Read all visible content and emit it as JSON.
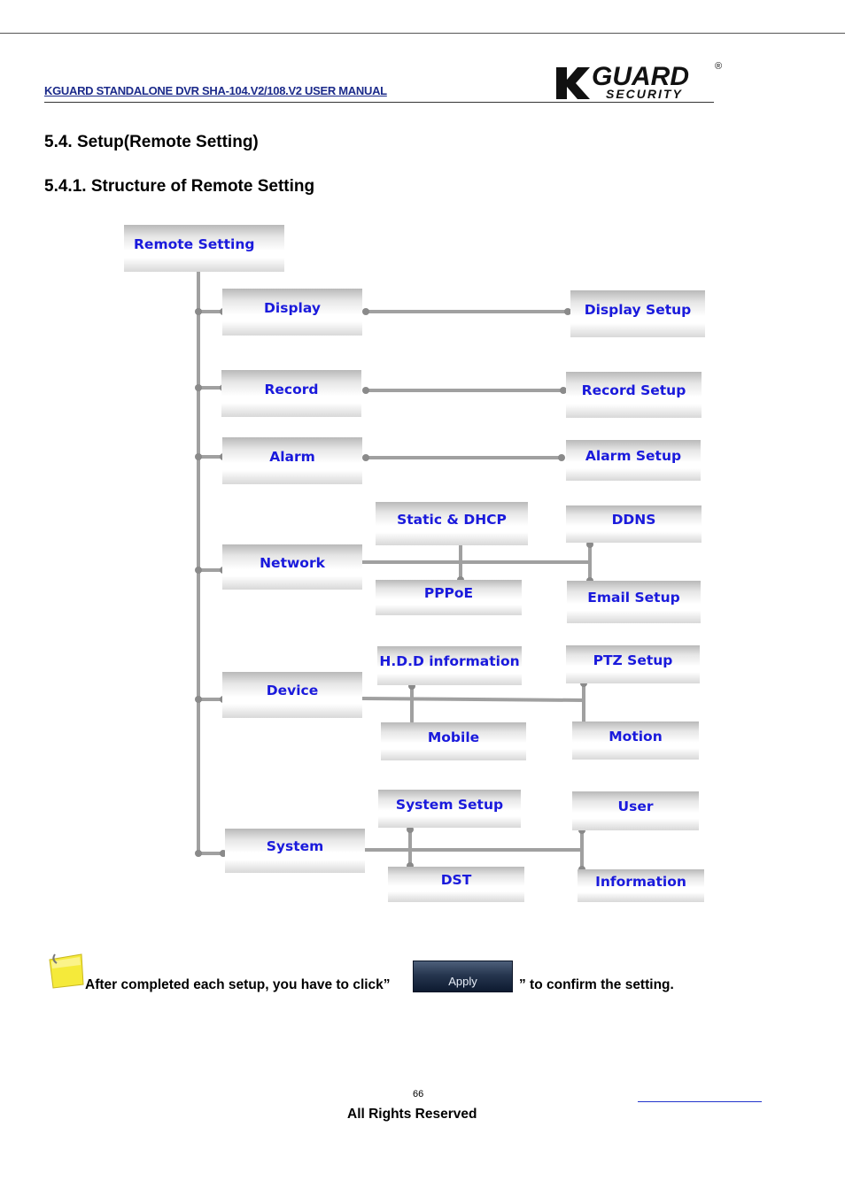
{
  "header": {
    "title": "KGUARD STANDALONE DVR SHA-104.V2/108.V2 USER MANUAL",
    "logo_top": "GUARD",
    "logo_bottom": "SECURITY",
    "logo_mark": "®"
  },
  "section": {
    "heading": "5.4. Setup(Remote Setting)",
    "subheading": "5.4.1. Structure of Remote Setting"
  },
  "diagram": {
    "root": "Remote Setting",
    "menus": {
      "display": "Display",
      "record": "Record",
      "alarm": "Alarm",
      "network": "Network",
      "device": "Device",
      "system": "System"
    },
    "items": {
      "display_setup": "Display Setup",
      "record_setup": "Record Setup",
      "alarm_setup": "Alarm Setup",
      "static_dhcp": "Static & DHCP",
      "pppoe": "PPPoE",
      "ddns": "DDNS",
      "email_setup": "Email Setup",
      "hdd_information": "H.D.D information",
      "mobile": "Mobile",
      "ptz_setup": "PTZ Setup",
      "motion": "Motion",
      "system_setup": "System Setup",
      "dst": "DST",
      "user": "User",
      "information": "Information"
    },
    "colors": {
      "label": "#1a1adc",
      "connector": "#a0a0a0"
    }
  },
  "note": {
    "text_before": "After completed each setup, you have to click”",
    "button_label": "Apply",
    "text_after": "” to confirm the setting."
  },
  "footer": {
    "page_number": "66",
    "rights": "All Rights Reserved"
  }
}
